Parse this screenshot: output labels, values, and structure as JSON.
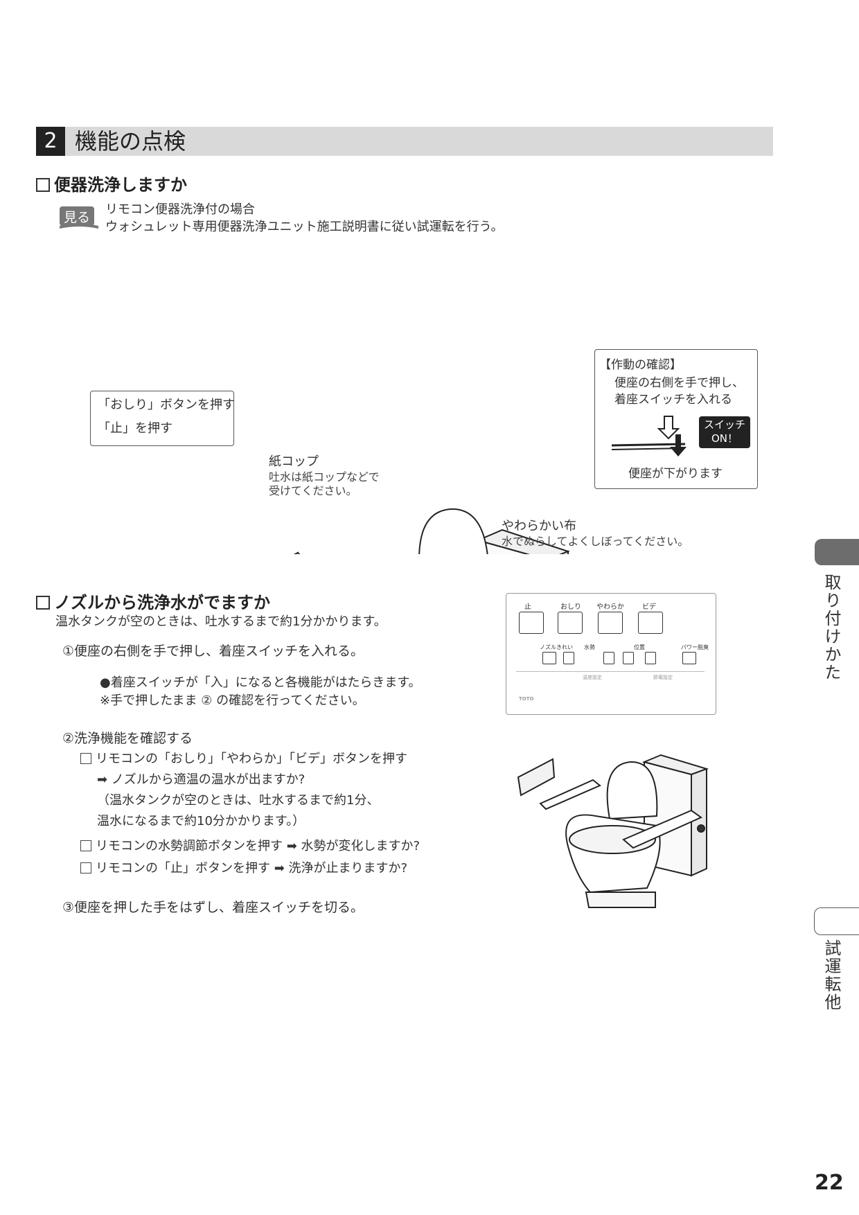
{
  "section": {
    "number": "2",
    "title": "機能の点検"
  },
  "check1": {
    "heading": "便器洗浄しますか",
    "see_badge": "見る",
    "note_line1": "リモコン便器洗浄付の場合",
    "note_line2": "ウォシュレット専用便器洗浄ユニット施工説明書に従い試運転を行う。",
    "callout_remote_line1": "「おしり」ボタンを押す",
    "callout_remote_line2": "「止」を押す",
    "paper_cup_label": "紙コップ",
    "paper_cup_note1": "吐水は紙コップなどで",
    "paper_cup_note2": "受けてください。",
    "cloth_label": "やわらかい布",
    "cloth_note": "水でぬらしてよくしぼってください。",
    "confirm_title": "【作動の確認】",
    "confirm_line1": "便座の右側を手で押し、",
    "confirm_line2": "着座スイッチを入れる",
    "switch_label1": "スイッチ",
    "switch_label2": "ON！",
    "seat_down": "便座が下がります"
  },
  "check2": {
    "heading": "ノズルから洗浄水がでますか",
    "intro": "温水タンクが空のときは、吐水するまで約1分かかります。",
    "step1": "①便座の右側を手で押し、着座スイッチを入れる。",
    "step1_bullet": "●着座スイッチが「入」になると各機能がはたらきます。",
    "step1_note": "※手で押したまま ② の確認を行ってください。",
    "step2": "②洗浄機能を確認する",
    "step2_item1": "リモコンの「おしり」「やわらか」「ビデ」ボタンを押す",
    "step2_item1_result": "➡ ノズルから適温の温水が出ますか?",
    "step2_item1_paren1": "（温水タンクが空のときは、吐水するまで約1分、",
    "step2_item1_paren2": "温水になるまで約10分かかります。）",
    "step2_item2": "リモコンの水勢調節ボタンを押す ➡ 水勢が変化しますか?",
    "step2_item3": "リモコンの「止」ボタンを押す ➡ 洗浄が止まりますか?",
    "step3": "③便座を押した手をはずし、着座スイッチを切る。"
  },
  "remote_panel": {
    "stop": "止",
    "oshiri": "おしり",
    "yawaraka": "やわらか",
    "bidet": "ビデ",
    "nozzle_clean": "ノズルきれい",
    "water_pressure": "水勢",
    "position": "位置",
    "power_deodorize": "パワー脱臭",
    "temp_setting": "温度設定",
    "power_save": "節電設定",
    "brand": "TOTO"
  },
  "side_tabs": {
    "installation": "取り付けかた",
    "trial": "試運転他"
  },
  "page_number": "22"
}
